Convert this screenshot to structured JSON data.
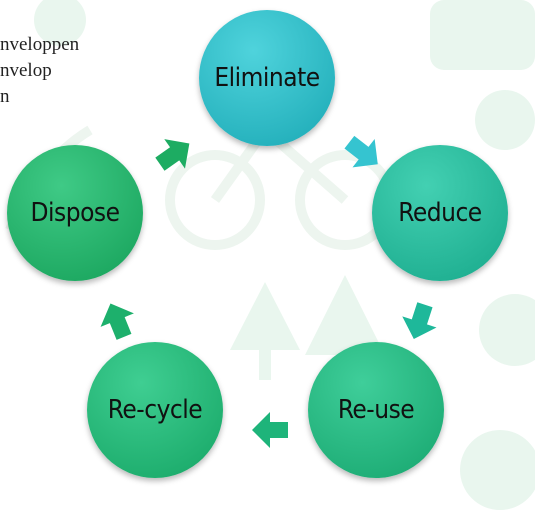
{
  "side_text": [
    "nveloppen",
    "nvelop",
    "n"
  ],
  "cycle": [
    {
      "label": "Eliminate",
      "color_light": "#4fd3dc",
      "color_dark": "#1aa8b4"
    },
    {
      "label": "Reduce",
      "color_light": "#43d0b2",
      "color_dark": "#17a88a"
    },
    {
      "label": "Re-use",
      "color_light": "#3fce9a",
      "color_dark": "#16a56d"
    },
    {
      "label": "Re-cycle",
      "color_light": "#3fce92",
      "color_dark": "#15a564"
    },
    {
      "label": "Dispose",
      "color_light": "#3fca86",
      "color_dark": "#15a058"
    }
  ],
  "arrows": [
    {
      "from": "Eliminate",
      "to": "Reduce",
      "color": "#35c4d0"
    },
    {
      "from": "Reduce",
      "to": "Re-use",
      "color": "#1eb89a"
    },
    {
      "from": "Re-use",
      "to": "Re-cycle",
      "color": "#1eb47a"
    },
    {
      "from": "Re-cycle",
      "to": "Dispose",
      "color": "#1db06c"
    },
    {
      "from": "Dispose",
      "to": "Eliminate",
      "color": "#1dac62"
    }
  ]
}
